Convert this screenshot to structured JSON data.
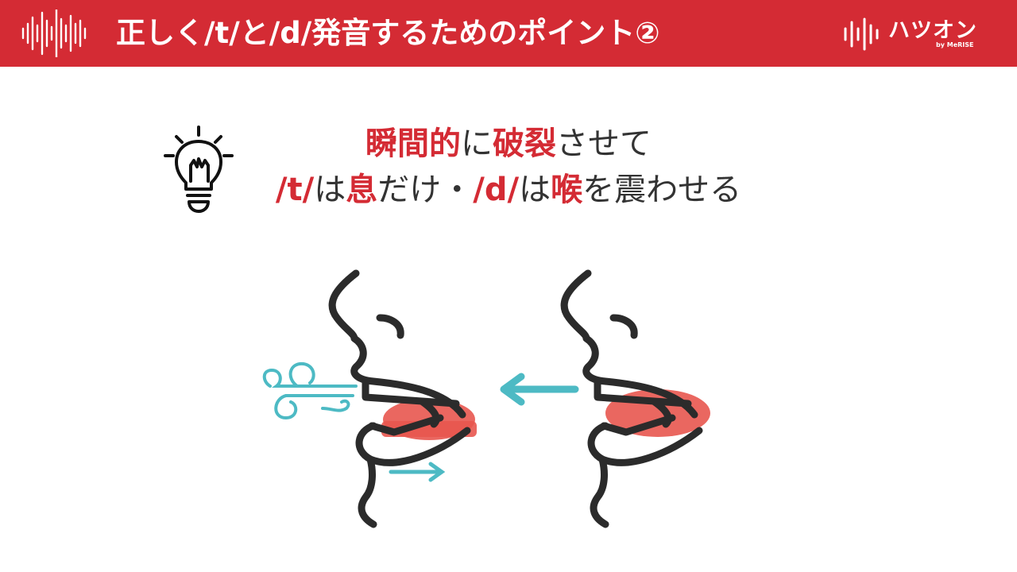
{
  "header": {
    "title": "正しく/t/と/d/発音するためのポイント②",
    "brand_name": "ハツオン",
    "brand_sub": "by MeRISE",
    "bg_color": "#d42b34"
  },
  "icons": [
    "sound-wave-icon",
    "lightbulb-icon",
    "wind-icon",
    "arrow-left-icon",
    "arrow-right-icon"
  ],
  "tip": {
    "line1": [
      {
        "text": "瞬間的",
        "highlight": true
      },
      {
        "text": "に",
        "highlight": false
      },
      {
        "text": "破裂",
        "highlight": true
      },
      {
        "text": "させて",
        "highlight": false
      }
    ],
    "line2": [
      {
        "text": "/t/",
        "highlight": true
      },
      {
        "text": "は",
        "highlight": false
      },
      {
        "text": "息",
        "highlight": true
      },
      {
        "text": "だけ・",
        "highlight": false
      },
      {
        "text": "/d/",
        "highlight": true
      },
      {
        "text": "は",
        "highlight": false
      },
      {
        "text": "喉",
        "highlight": true
      },
      {
        "text": "を震わせる",
        "highlight": false
      }
    ]
  },
  "colors": {
    "accent": "#d42b34",
    "text": "#333333",
    "airflow": "#4dbac4",
    "tongue": "#e8574f"
  }
}
